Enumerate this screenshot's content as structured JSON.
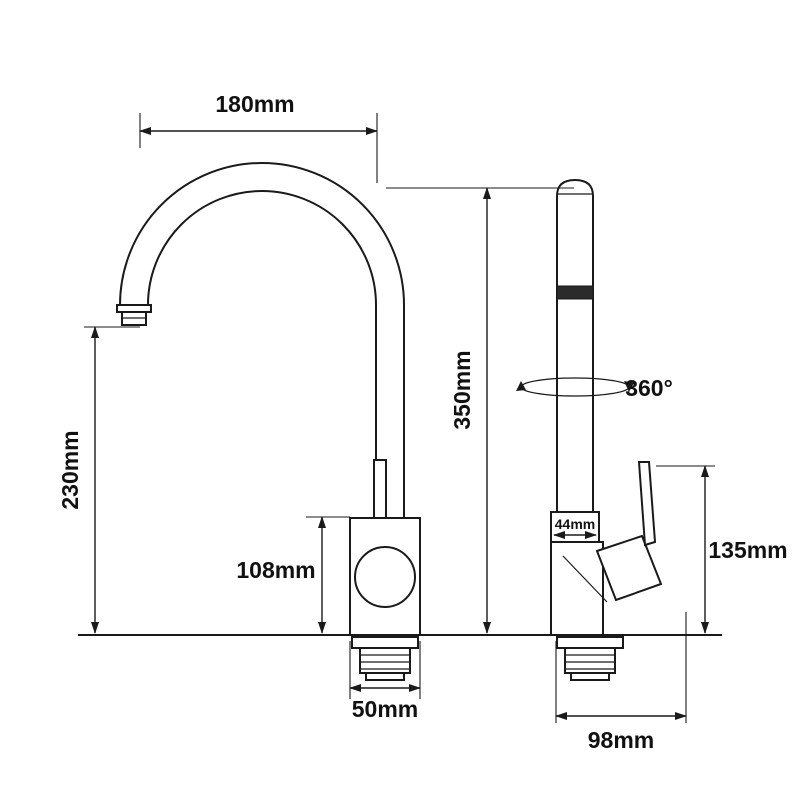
{
  "diagram": {
    "background_color": "#ffffff",
    "line_color": "#1a1a1a",
    "band_color": "#2b2b2b",
    "dimensions": {
      "spout_reach": "180mm",
      "total_height": "350mm",
      "outlet_height": "230mm",
      "body_height": "108mm",
      "base_width": "50mm",
      "neck_width": "44mm",
      "rotation": "360°",
      "handle_height": "135mm",
      "base_depth": "98mm"
    }
  }
}
